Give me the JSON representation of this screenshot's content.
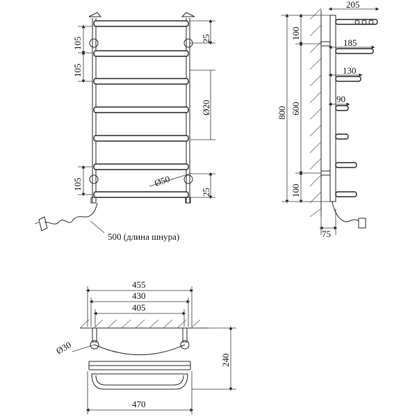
{
  "front_view": {
    "dims": {
      "top_gap": "105",
      "second_gap": "105",
      "bottom_gap": "105",
      "top_right": "25",
      "pipe_diameter": "Ø20",
      "bottom_right": "25",
      "mount_diameter": "Ø50"
    },
    "cord_label": "500 (длина шнура)"
  },
  "side_view": {
    "dims": {
      "total_depth": "205",
      "depth_185": "185",
      "depth_130": "130",
      "depth_90": "90",
      "height_total": "800",
      "height_mid": "600",
      "top_offset": "100",
      "bottom_offset": "100",
      "wall_offset": "75"
    }
  },
  "top_view": {
    "dims": {
      "w455": "455",
      "w430": "430",
      "w405": "405",
      "w470": "470",
      "depth240": "240",
      "d30": "Ø30"
    }
  }
}
